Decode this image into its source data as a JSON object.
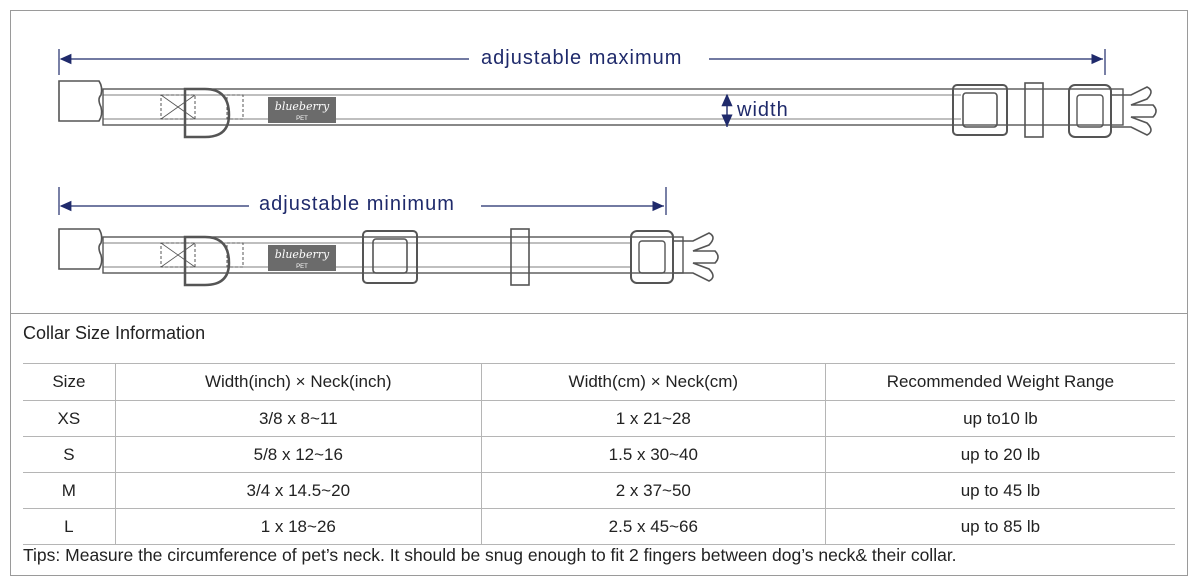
{
  "diagram": {
    "max_label": "adjustable maximum",
    "min_label": "adjustable minimum",
    "width_label": "width",
    "brand_main": "blueberry",
    "brand_sub": "PET",
    "arrow_color": "#1f2a6b",
    "line_color": "#555555"
  },
  "table": {
    "title": "Collar Size Information",
    "headers": [
      "Size",
      "Width(inch)  × Neck(inch)",
      "Width(cm)  × Neck(cm)",
      "Recommended Weight Range"
    ],
    "rows": [
      [
        "XS",
        "3/8 x 8~11",
        "1 x 21~28",
        "up to10 lb"
      ],
      [
        "S",
        "5/8 x 12~16",
        "1.5 x 30~40",
        "up to 20 lb"
      ],
      [
        "M",
        "3/4 x 14.5~20",
        "2 x 37~50",
        "up to 45 lb"
      ],
      [
        "L",
        "1 x 18~26",
        "2.5 x 45~66",
        "up to 85 lb"
      ]
    ]
  },
  "tips": "Tips: Measure the circumference of pet’s neck. It should be snug enough to fit 2 fingers between dog’s neck& their collar."
}
